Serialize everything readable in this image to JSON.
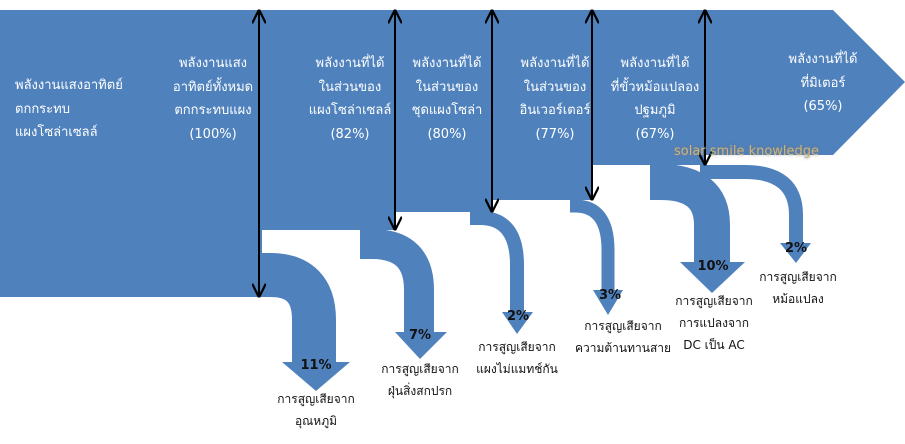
{
  "colors": {
    "flow": "#4f81bd",
    "loss_text": "#111111",
    "watermark": "#cdb57e"
  },
  "stages": [
    {
      "lines": [
        "พลังงานแสงอาทิตย์",
        "ตกกระทบ",
        "แผงโซล่าเซลล์"
      ]
    },
    {
      "lines": [
        "พลังงานแสง",
        "อาทิตย์ทั้งหมด",
        "ตกกระทบแผง",
        "(100%)"
      ],
      "percent": 100
    },
    {
      "lines": [
        "พลังงานที่ได้",
        "ในส่วนของ",
        "แผงโซล่าเซลล์",
        "(82%)"
      ],
      "percent": 82
    },
    {
      "lines": [
        "พลังงานที่ได้",
        "ในส่วนของ",
        "ชุดแผงโซล่า",
        "(80%)"
      ],
      "percent": 80
    },
    {
      "lines": [
        "พลังงานที่ได้",
        "ในส่วนของ",
        "อินเวอร์เตอร์",
        "(77%)"
      ],
      "percent": 77
    },
    {
      "lines": [
        "พลังงานที่ได้",
        "ที่ขั้วหม้อแปลอง",
        "ปฐมภูมิ",
        "(67%)"
      ],
      "percent": 67
    },
    {
      "lines": [
        "พลังงานที่ได้",
        "ที่มิเตอร์",
        "(65%)"
      ],
      "percent": 65
    }
  ],
  "losses": [
    {
      "percent": "11%",
      "lines": [
        "การสูญเสียจาก",
        "อุณหภูมิ"
      ]
    },
    {
      "percent": "7%",
      "lines": [
        "การสูญเสียจาก",
        "ฝุ่นสิ่งสกปรก"
      ]
    },
    {
      "percent": "2%",
      "lines": [
        "การสูญเสียจาก",
        "แผงไม่แมทช์กัน"
      ]
    },
    {
      "percent": "3%",
      "lines": [
        "การสูญเสียจาก",
        "ความต้านทานสาย"
      ]
    },
    {
      "percent": "10%",
      "lines": [
        "การสูญเสียจาก",
        "การแปลงจาก",
        "DC เป็น AC"
      ]
    },
    {
      "percent": "2%",
      "lines": [
        "การสูญเสียจาก",
        "หม้อแปลง"
      ]
    }
  ],
  "watermark": "solar smile knowledge"
}
